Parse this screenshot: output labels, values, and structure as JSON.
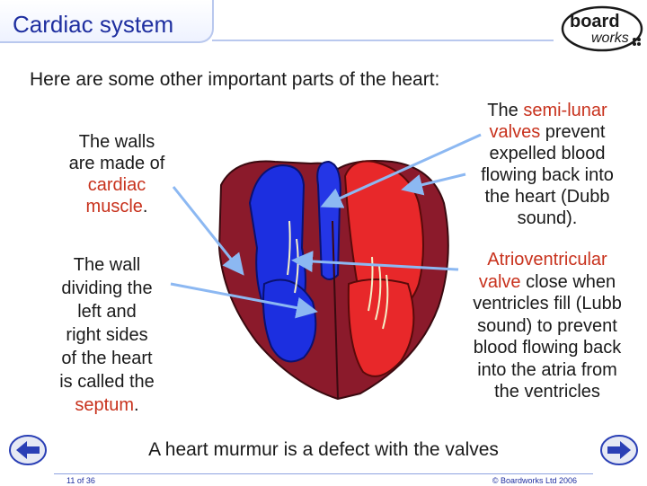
{
  "header": {
    "title": "Cardiac system"
  },
  "logo": {
    "line1": "board",
    "line2": "works"
  },
  "intro": "Here are some other important parts of the heart:",
  "walls": {
    "t1": "The walls",
    "t2": "are made of",
    "hl1": "cardiac",
    "hl2": "muscle",
    "end": "."
  },
  "septum": {
    "l1": "The wall",
    "l2": "dividing the",
    "l3": "left and",
    "l4": "right sides",
    "l5": "of the heart",
    "l6": "is called the",
    "hl": "septum",
    "end": "."
  },
  "semilunar": {
    "l1a": "The ",
    "hl1": "semi-lunar",
    "hl2": "valves",
    "l2b": " prevent",
    "l3": "expelled blood",
    "l4": "flowing back into",
    "l5": "the heart (Dubb",
    "l6": "sound)."
  },
  "av": {
    "hl1": "Atrioventricular",
    "hl2": "valve",
    "l2b": " close when",
    "l3": "ventricles fill (Lubb",
    "l4": "sound) to prevent",
    "l5": "blood flowing back",
    "l6": "into the atria from",
    "l7": "the ventricles"
  },
  "footer": {
    "note": "A heart murmur is a defect with the valves",
    "page": "11 of 36",
    "copyright": "© Boardworks Ltd 2006"
  },
  "colors": {
    "title": "#1f2fa0",
    "highlight": "#c8321d",
    "arrow": "#8cb8f2",
    "nav": "#2a3fb5"
  }
}
